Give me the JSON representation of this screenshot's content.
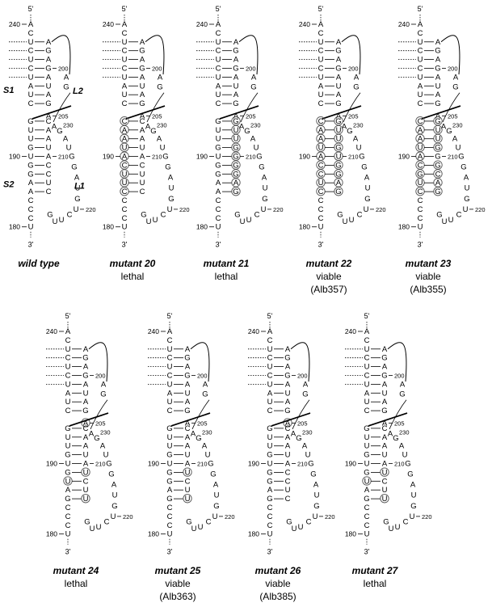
{
  "figure": {
    "colors": {
      "ink": "#000000",
      "circle": "#555555",
      "background": "#ffffff"
    },
    "end_labels": {
      "five_prime": "5'",
      "three_prime": "3'"
    },
    "position_labels": {
      "p240": "240",
      "p200": "200",
      "p205": "205",
      "p230": "230",
      "p190": "190",
      "p210": "210",
      "p220": "220",
      "p180": "180"
    },
    "region_labels": {
      "s1": "S1",
      "l2": "L2",
      "s2": "S2",
      "l1": "L1"
    },
    "base_structure": {
      "top_pair": [
        "A",
        ""
      ],
      "s1_pairs": [
        [
          "C",
          ""
        ],
        [
          "U",
          "A"
        ],
        [
          "C",
          "G"
        ],
        [
          "U",
          "A"
        ],
        [
          "C",
          "G"
        ],
        [
          "U",
          "A"
        ],
        [
          "A",
          "U"
        ],
        [
          "U",
          "A"
        ],
        [
          "C",
          "G"
        ]
      ],
      "s2_pairs": [
        [
          "G",
          "C"
        ],
        [
          "U",
          "A"
        ],
        [
          "U",
          "A"
        ],
        [
          "G",
          "U"
        ],
        [
          "U",
          "A"
        ],
        [
          "G",
          "C"
        ],
        [
          "G",
          "C"
        ],
        [
          "A",
          "U"
        ],
        [
          "A",
          "C"
        ]
      ],
      "bottom_tail": [
        "C",
        "C",
        "C",
        "U"
      ],
      "l2_bases": [
        "A",
        "G"
      ],
      "a205": "A",
      "a230_bases": [
        "A",
        "G"
      ],
      "l1_bases": [
        "A",
        "U",
        "G",
        "G",
        "A",
        "U",
        "G",
        "U",
        "C",
        "U",
        "U",
        "G"
      ]
    },
    "panels": [
      {
        "title": "wild type",
        "status": "",
        "allele": "",
        "show_regions": true,
        "s2_override": null,
        "circled": []
      },
      {
        "title": "mutant 20",
        "status": "lethal",
        "allele": "",
        "show_regions": false,
        "s2_override": [
          [
            "C",
            "C"
          ],
          [
            "A",
            "A"
          ],
          [
            "A",
            "A"
          ],
          [
            "U",
            "U"
          ],
          [
            "A",
            "A"
          ],
          [
            "C",
            "C"
          ],
          [
            "U",
            "U"
          ],
          [
            "U",
            "U"
          ],
          [
            "C",
            "C"
          ]
        ],
        "circled": [
          "L0",
          "L1",
          "L2",
          "L3",
          "L4",
          "L5",
          "L6",
          "L7",
          "L8"
        ]
      },
      {
        "title": "mutant 21",
        "status": "lethal",
        "allele": "",
        "show_regions": false,
        "s2_override": [
          [
            "G",
            "G"
          ],
          [
            "U",
            "U"
          ],
          [
            "U",
            "U"
          ],
          [
            "G",
            "G"
          ],
          [
            "U",
            "G"
          ],
          [
            "G",
            "G"
          ],
          [
            "G",
            "G"
          ],
          [
            "A",
            "A"
          ],
          [
            "A",
            "G"
          ]
        ],
        "circled": [
          "R0",
          "R1",
          "R2",
          "R3",
          "R4",
          "R5",
          "R6",
          "R7",
          "R8"
        ]
      },
      {
        "title": "mutant 22",
        "status": "viable",
        "allele": "(Alb357)",
        "show_regions": false,
        "s2_override": [
          [
            "C",
            "G"
          ],
          [
            "A",
            "U"
          ],
          [
            "A",
            "U"
          ],
          [
            "U",
            "G"
          ],
          [
            "A",
            "U"
          ],
          [
            "C",
            "G"
          ],
          [
            "C",
            "G"
          ],
          [
            "U",
            "A"
          ],
          [
            "C",
            "G"
          ]
        ],
        "circled": [
          "L0",
          "L1",
          "L2",
          "L3",
          "L4",
          "L5",
          "L6",
          "L7",
          "L8",
          "R0",
          "R1",
          "R2",
          "R3",
          "R4",
          "R5",
          "R6",
          "R7",
          "R8"
        ]
      },
      {
        "title": "mutant 23",
        "status": "viable",
        "allele": "(Alb355)",
        "show_regions": false,
        "s2_override": [
          [
            "C",
            "G"
          ],
          [
            "A",
            "U"
          ],
          [
            "A",
            "U"
          ],
          [
            "U",
            "G"
          ],
          [
            "A",
            "G"
          ],
          [
            "C",
            "G"
          ],
          [
            "G",
            "C"
          ],
          [
            "U",
            "A"
          ],
          [
            "C",
            "G"
          ]
        ],
        "circled": [
          "L0",
          "L1",
          "L2",
          "L3",
          "L4",
          "L5",
          "L6",
          "L7",
          "L8",
          "R0",
          "R1",
          "R2",
          "R3",
          "R5",
          "R6",
          "R7",
          "R8"
        ]
      },
      {
        "title": "mutant 24",
        "status": "lethal",
        "allele": "",
        "show_regions": false,
        "s2_override": [
          [
            "G",
            "C"
          ],
          [
            "U",
            "A"
          ],
          [
            "U",
            "A"
          ],
          [
            "G",
            "U"
          ],
          [
            "U",
            "A"
          ],
          [
            "G",
            "U"
          ],
          [
            "U",
            "C"
          ],
          [
            "A",
            "U"
          ],
          [
            "G",
            "U"
          ]
        ],
        "circled": [
          "R5",
          "L6",
          "R8",
          "A205"
        ]
      },
      {
        "title": "mutant 25",
        "status": "viable",
        "allele": "(Alb363)",
        "show_regions": false,
        "s2_override": [
          [
            "G",
            "C"
          ],
          [
            "U",
            "A"
          ],
          [
            "U",
            "A"
          ],
          [
            "G",
            "U"
          ],
          [
            "U",
            "A"
          ],
          [
            "G",
            "U"
          ],
          [
            "G",
            "C"
          ],
          [
            "A",
            "U"
          ],
          [
            "G",
            "U"
          ]
        ],
        "circled": [
          "R5",
          "R8"
        ]
      },
      {
        "title": "mutant 26",
        "status": "viable",
        "allele": "(Alb385)",
        "show_regions": false,
        "s2_override": [
          [
            "G",
            "C"
          ],
          [
            "U",
            "A"
          ],
          [
            "U",
            "A"
          ],
          [
            "G",
            "U"
          ],
          [
            "U",
            "A"
          ],
          [
            "G",
            "C"
          ],
          [
            "G",
            "C"
          ],
          [
            "A",
            "U"
          ],
          [
            "G",
            "C"
          ]
        ],
        "circled": [
          "A205"
        ]
      },
      {
        "title": "mutant 27",
        "status": "lethal",
        "allele": "",
        "show_regions": false,
        "s2_override": [
          [
            "G",
            "C"
          ],
          [
            "U",
            "A"
          ],
          [
            "U",
            "A"
          ],
          [
            "G",
            "U"
          ],
          [
            "U",
            "A"
          ],
          [
            "G",
            "U"
          ],
          [
            "U",
            "C"
          ],
          [
            "A",
            "U"
          ],
          [
            "G",
            "U"
          ]
        ],
        "circled": [
          "R5",
          "L6",
          "R8"
        ]
      }
    ]
  }
}
